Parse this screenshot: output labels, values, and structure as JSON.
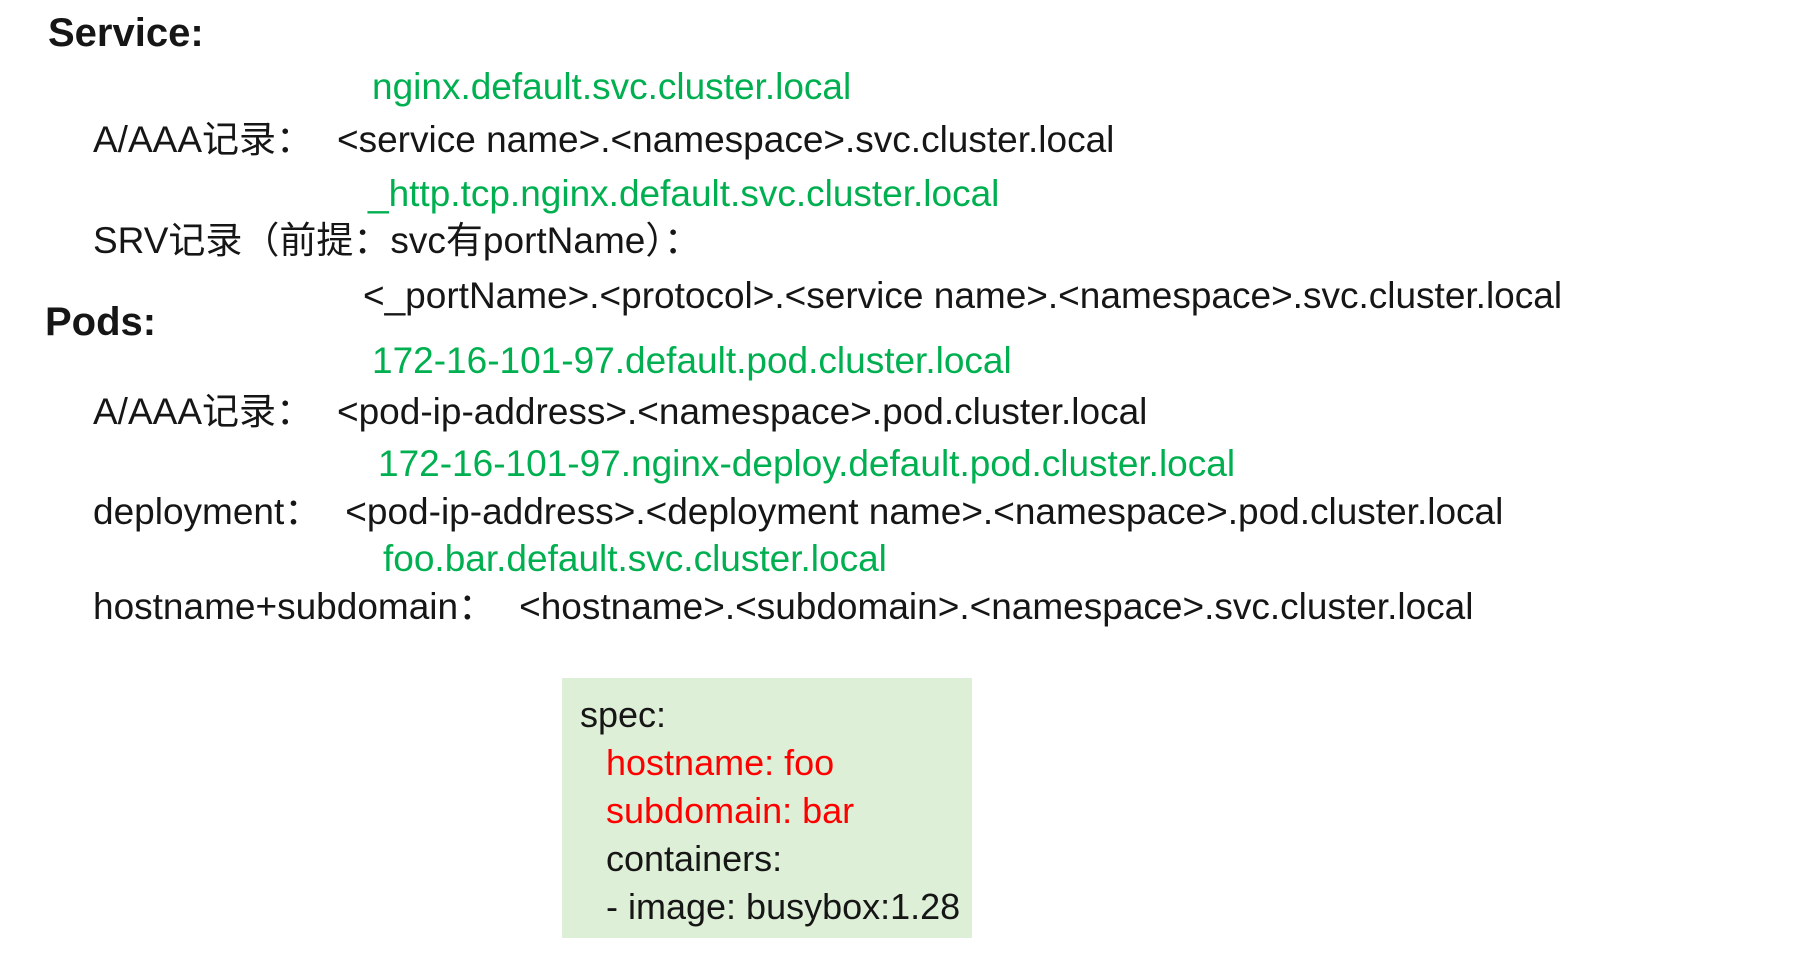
{
  "colors": {
    "page_bg": "#ffffff",
    "text": "#161616",
    "example_green": "#00b050",
    "highlight_red": "#ff0000",
    "yaml_box_bg": "#ddefd6"
  },
  "service_section": {
    "heading": "Service:",
    "a_example": "nginx.default.svc.cluster.local",
    "a_label": "A/AAA记录：",
    "a_pattern": "<service name>.<namespace>.svc.cluster.local",
    "srv_example": "_http.tcp.nginx.default.svc.cluster.local",
    "srv_label": "SRV记录（前提：svc有portName）：",
    "srv_pattern": "<_portName>.<protocol>.<service name>.<namespace>.svc.cluster.local"
  },
  "pods_section": {
    "heading": "Pods:",
    "a_example": "172-16-101-97.default.pod.cluster.local",
    "a_label": "A/AAA记录：",
    "a_pattern": "<pod-ip-address>.<namespace>.pod.cluster.local",
    "deployment_example": "172-16-101-97.nginx-deploy.default.pod.cluster.local",
    "deployment_label": "deployment：",
    "deployment_pattern": "<pod-ip-address>.<deployment name>.<namespace>.pod.cluster.local",
    "hostname_example": "foo.bar.default.svc.cluster.local",
    "hostname_label": "hostname+subdomain：",
    "hostname_pattern": "<hostname>.<subdomain>.<namespace>.svc.cluster.local"
  },
  "yaml_snippet": {
    "line_spec": "spec:",
    "line_hostname": "hostname: foo",
    "line_subdomain": "subdomain: bar",
    "line_containers": "containers:",
    "line_image": "- image: busybox:1.28"
  }
}
